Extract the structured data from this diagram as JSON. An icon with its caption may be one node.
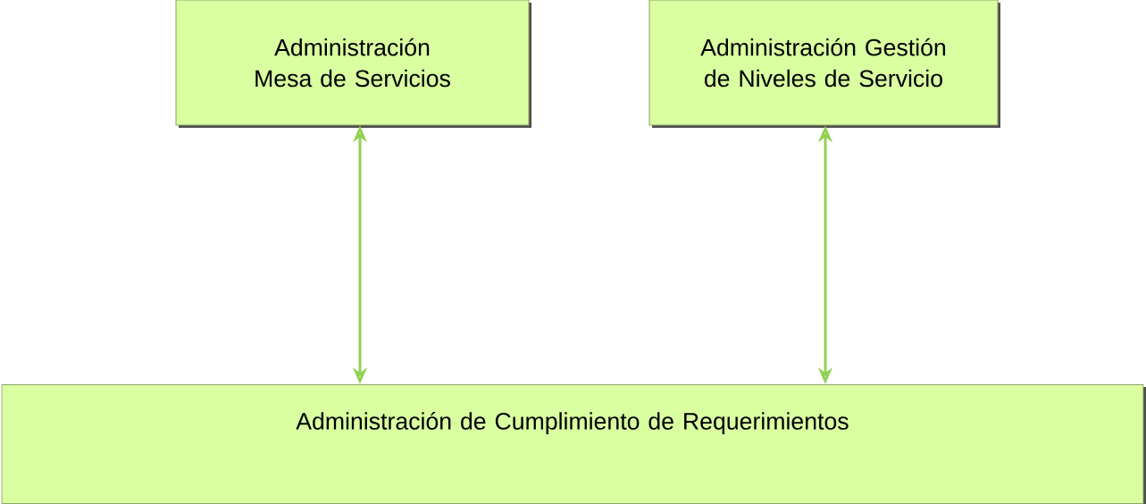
{
  "diagram": {
    "nodes": [
      {
        "text": [
          "Administración Mesa de Servicios"
        ]
      },
      {
        "text": [
          "Administración Gestión de Niveles de Servicio"
        ]
      },
      {
        "text": [
          "Administración de Cumplimiento de Requerimientos"
        ]
      }
    ],
    "edges": [
      {
        "from": 0,
        "to": 2,
        "arrow": "both"
      },
      {
        "from": 1,
        "to": 2,
        "arrow": "both"
      }
    ]
  }
}
